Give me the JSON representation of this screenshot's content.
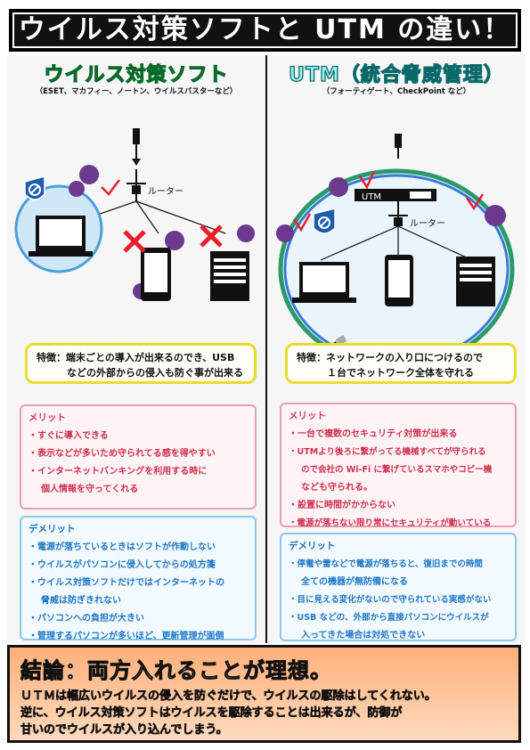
{
  "header": {
    "title": "ウイルス対策ソフトと UTM の違い！"
  },
  "left": {
    "title": "ウイルス対策ソフト",
    "subtitle": "（ESET、マカフィー、ノートン、ウイルスバスターなど）",
    "router_label": "ルーター",
    "feature": {
      "label": "特徴：",
      "line1": "端末ごとの導入が出来るのでき、USB",
      "line2": "などの外部からの侵入も防ぐ事が出来る"
    },
    "merit": {
      "title": "メリット",
      "items": [
        "・すぐに導入できる",
        "・表示などが多いため守られてる感を得やすい",
        "・インターネットバンキングを利用する時に",
        "個人情報を守ってくれる"
      ]
    },
    "demerit": {
      "title": "デメリット",
      "items": [
        "・電源が落ちているときはソフトが作動しない",
        "・ウイルスがパソコンに侵入してからの処方箋",
        "・ウイルス対策ソフトだけではインターネットの",
        "脅威は防ぎきれない",
        "・パソコンへの負担が大きい",
        "・管理するパソコンが多いほど、更新管理が面倒"
      ]
    }
  },
  "right": {
    "title": "UTM（統合脅威管理）",
    "subtitle": "（フォーティゲート、CheckPoint など）",
    "router_label": "ルーター",
    "utm_label": "UTM",
    "feature": {
      "label": "特徴：",
      "line1": "ネットワークの入り口につけるので",
      "line2": "１台でネットワーク全体を守れる"
    },
    "merit": {
      "title": "メリット",
      "items": [
        "・一台で複数のセキュリティ対策が出来る",
        "・UTMより後ろに繋がってる機械すべてが守られる",
        "ので会社の Wi-Fi に繋げているスマホやコピー機",
        "なども守られる。",
        "・設置に時間がかからない",
        "・電源が落ちない限り常にセキュリティが動いている"
      ]
    },
    "demerit": {
      "title": "デメリット",
      "items": [
        "・停電や雷などで電源が落ちると、復旧までの時間",
        "全ての機器が無防備になる",
        "・目に見える変化がないので守られている実感がない",
        "・USB などの、外部から直接パソコンにウイルスが",
        "入ってきた場合は対処できない"
      ]
    }
  },
  "conclusion": {
    "title": "結論：両方入れることが理想。",
    "lines": [
      "ＵＴＭは幅広いウイルスの侵入を防ぐだけで、ウイルスの駆除はしてくれない。",
      "逆に、ウイルス対策ソフトはウイルスを駆除することは出来るが、防御が",
      "甘いのでウイルスが入り込んでしまう。"
    ]
  },
  "colors": {
    "accent_green": "#c6ff2e",
    "accent_cyan": "#9ff2f2",
    "merit": "#d0314e",
    "demerit": "#1f78c6",
    "virus": "#6b3a8e",
    "cross": "#e8202a"
  }
}
